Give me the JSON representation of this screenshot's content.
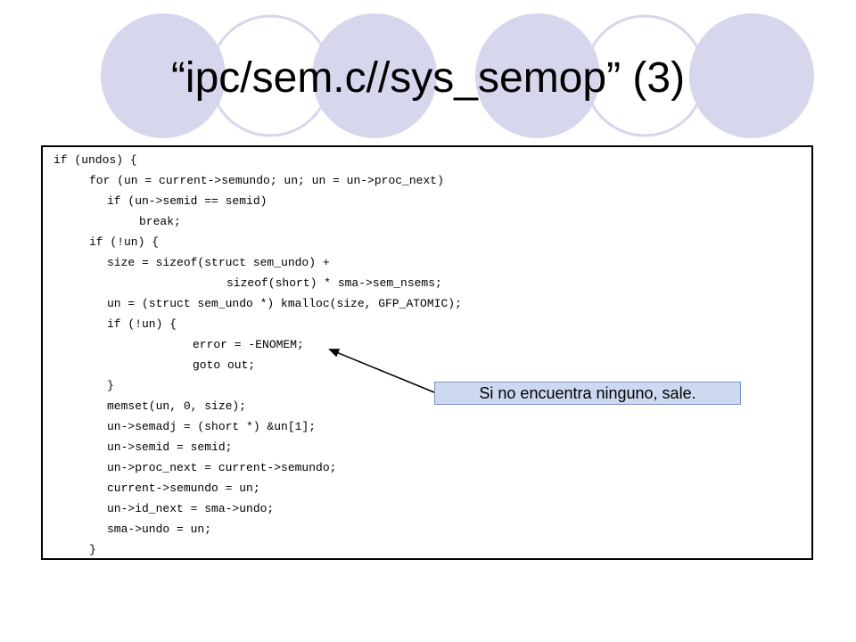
{
  "slide": {
    "title": "“ipc/sem.c//sys_semop” (3)",
    "callout": "Si no encuentra ninguno, sale.",
    "code_lines": [
      "if (undos) {",
      "for (un = current->semundo; un; un = un->proc_next)",
      "if (un->semid == semid)",
      "break;",
      "if (!un) {",
      "size = sizeof(struct sem_undo) +",
      "sizeof(short) * sma->sem_nsems;",
      "un = (struct sem_undo *) kmalloc(size, GFP_ATOMIC);",
      "if (!un) {",
      "error = -ENOMEM;",
      "goto out;",
      "}",
      "memset(un, 0, size);",
      "un->semadj = (short *) &un[1];",
      "un->semid = semid;",
      "un->proc_next = current->semundo;",
      "current->semundo = un;",
      "un->id_next = sma->undo;",
      "sma->undo = un;",
      "}"
    ]
  },
  "colors": {
    "circle_fill": "#d6d6ed",
    "circle_outline": "#d6d6ed",
    "callout_fill": "#cdd9f0",
    "text": "#000000"
  }
}
